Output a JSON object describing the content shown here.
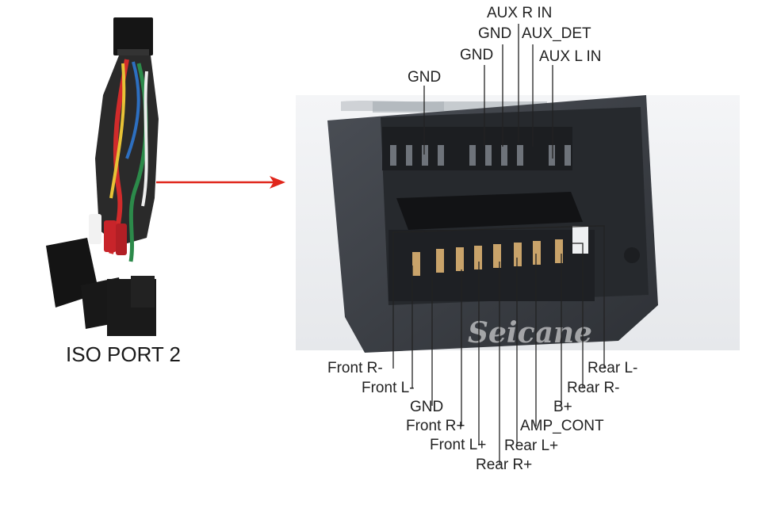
{
  "port": {
    "title": "ISO PORT 2"
  },
  "watermark": "Seicane",
  "top_labels": {
    "aux_r_in": "AUX R IN",
    "gnd_1": "GND",
    "aux_det": "AUX_DET",
    "gnd_2": "GND",
    "aux_l_in": "AUX L IN",
    "gnd_3": "GND"
  },
  "bottom_labels": {
    "front_r_minus": "Front R-",
    "front_l_minus": "Front L-",
    "gnd": "GND",
    "front_r_plus": "Front R+",
    "front_l_plus": "Front L+",
    "rear_r_plus": "Rear R+",
    "rear_l_plus": "Rear L+",
    "amp_cont": "AMP_CONT",
    "b_plus": "B+",
    "rear_r_minus": "Rear R-",
    "rear_l_minus": "Rear L-"
  },
  "colors": {
    "arrow": "#e0261b",
    "connector": "#3a3d42",
    "leader": "#222222"
  }
}
